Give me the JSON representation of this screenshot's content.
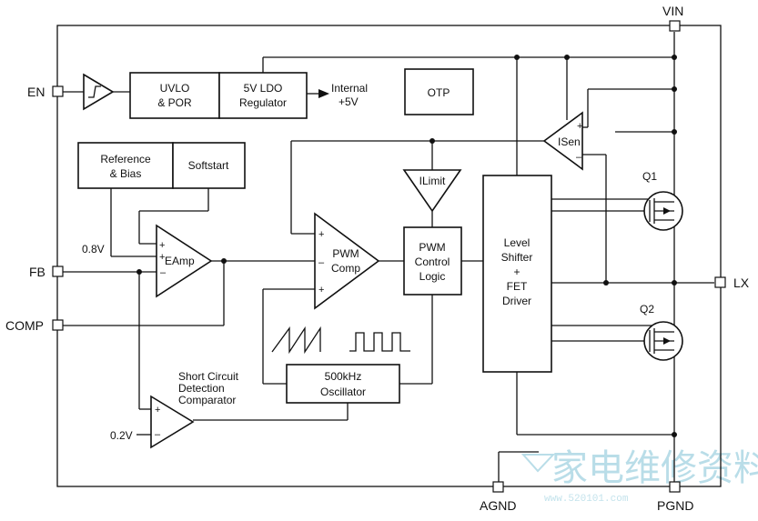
{
  "pins": {
    "vin": "VIN",
    "en": "EN",
    "fb": "FB",
    "comp": "COMP",
    "lx": "LX",
    "agnd": "AGND",
    "pgnd": "PGND"
  },
  "blocks": {
    "uvlo": [
      "UVLO",
      "& POR"
    ],
    "ldo": [
      "5V LDO",
      "Regulator"
    ],
    "otp": "OTP",
    "reference": [
      "Reference",
      "& Bias"
    ],
    "softstart": "Softstart",
    "eamp": "EAmp",
    "pwm_comp": [
      "PWM",
      "Comp"
    ],
    "pwm_logic": [
      "PWM",
      "Control",
      "Logic"
    ],
    "ilimit": "ILimit",
    "isen": "ISen",
    "level_shifter": [
      "Level",
      "Shifter",
      "+",
      "FET",
      "Driver"
    ],
    "oscillator": [
      "500kHz",
      "Oscillator"
    ],
    "short_circuit": [
      "Short Circuit",
      "Detection",
      "Comparator"
    ]
  },
  "labels": {
    "internal": [
      "Internal",
      "+5V"
    ],
    "v08": "0.8V",
    "v02": "0.2V",
    "q1": "Q1",
    "q2": "Q2",
    "plus": "+",
    "minus": "–"
  },
  "watermark": {
    "main": "家电维修资料网",
    "sub": "www.520101.com"
  }
}
